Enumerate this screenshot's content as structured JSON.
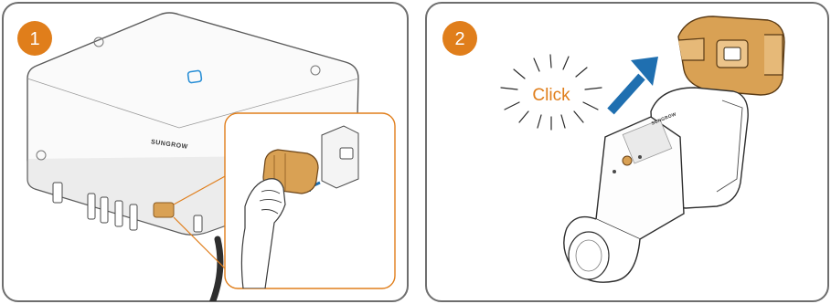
{
  "panels": [
    {
      "step": "1",
      "brand": "SUNGROW"
    },
    {
      "step": "2",
      "brand": "SUNGROW",
      "callout": "Click"
    }
  ],
  "colors": {
    "accent": "#e07e1b",
    "border": "#6e6e6e",
    "arrow_blue": "#1f6fb0",
    "connector_orange": "#d9a154",
    "led_blue": "#2a8fd6"
  }
}
